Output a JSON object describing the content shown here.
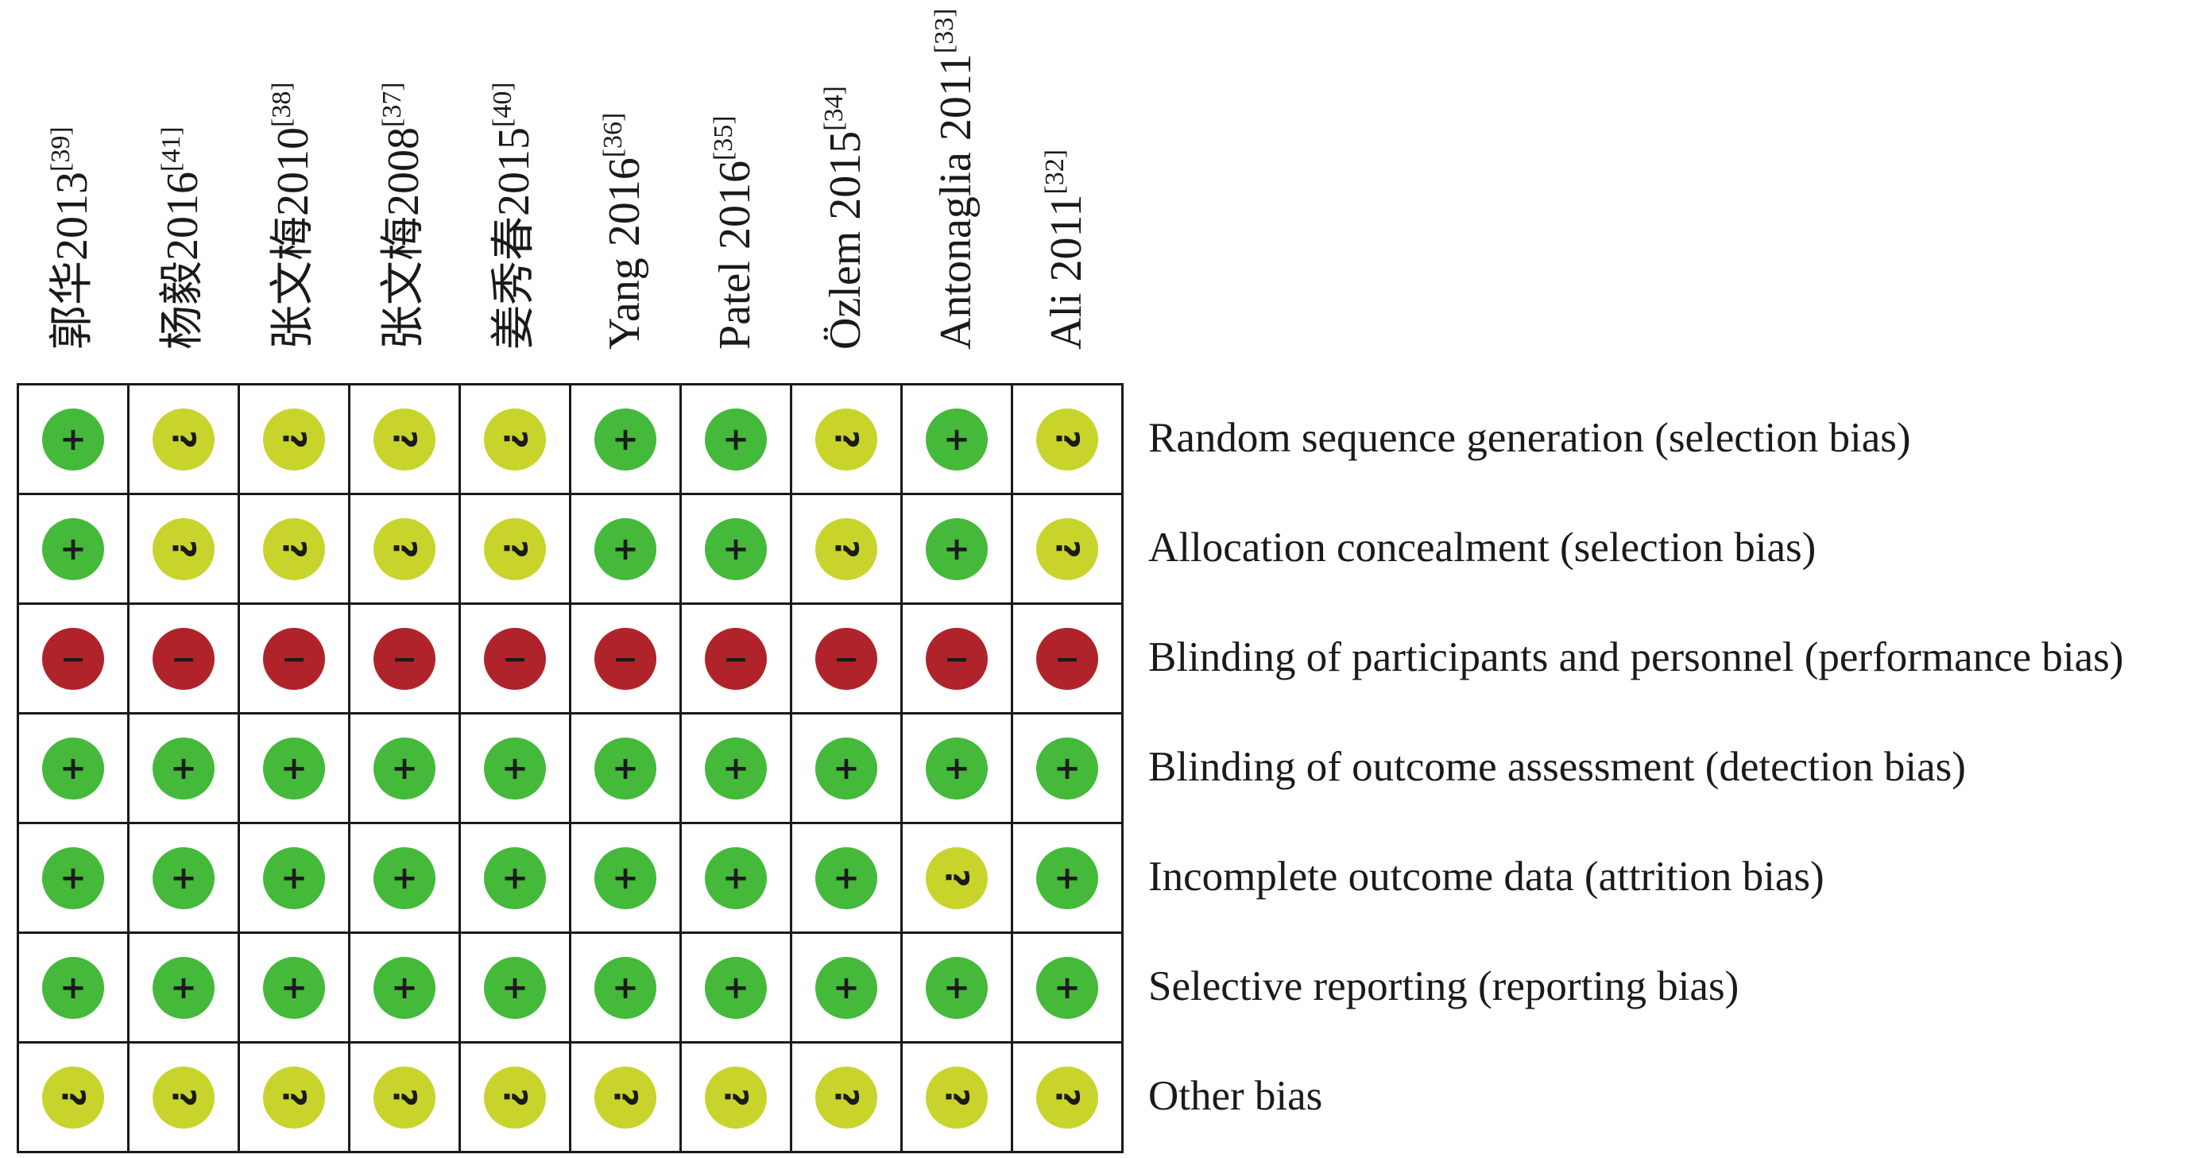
{
  "studies": [
    {
      "name": "郭华2013",
      "ref": "[39]"
    },
    {
      "name": "杨毅2016",
      "ref": "[41]"
    },
    {
      "name": "张文梅2010",
      "ref": "[38]"
    },
    {
      "name": "张文梅2008",
      "ref": "[37]"
    },
    {
      "name": "姜秀春2015",
      "ref": "[40]"
    },
    {
      "name": "Yang 2016",
      "ref": "[36]"
    },
    {
      "name": "Patel 2016",
      "ref": "[35]"
    },
    {
      "name": "Özlem 2015",
      "ref": "[34]"
    },
    {
      "name": "Antonaglia 2011",
      "ref": "[33]"
    },
    {
      "name": "Ali 2011",
      "ref": "[32]"
    }
  ],
  "domains": [
    "Random sequence generation (selection bias)",
    "Allocation concealment (selection bias)",
    "Blinding of participants and personnel (performance bias)",
    "Blinding of outcome assessment (detection bias)",
    "Incomplete outcome data (attrition bias)",
    "Selective reporting (reporting bias)",
    "Other bias"
  ],
  "judgements": [
    [
      "low",
      "unclear",
      "unclear",
      "unclear",
      "unclear",
      "low",
      "low",
      "unclear",
      "low",
      "unclear"
    ],
    [
      "low",
      "unclear",
      "unclear",
      "unclear",
      "unclear",
      "low",
      "low",
      "unclear",
      "low",
      "unclear"
    ],
    [
      "high",
      "high",
      "high",
      "high",
      "high",
      "high",
      "high",
      "high",
      "high",
      "high"
    ],
    [
      "low",
      "low",
      "low",
      "low",
      "low",
      "low",
      "low",
      "low",
      "low",
      "low"
    ],
    [
      "low",
      "low",
      "low",
      "low",
      "low",
      "low",
      "low",
      "low",
      "unclear",
      "low"
    ],
    [
      "low",
      "low",
      "low",
      "low",
      "low",
      "low",
      "low",
      "low",
      "low",
      "low"
    ],
    [
      "unclear",
      "unclear",
      "unclear",
      "unclear",
      "unclear",
      "unclear",
      "unclear",
      "unclear",
      "unclear",
      "unclear"
    ]
  ],
  "symbols": {
    "low": "+",
    "unclear": "?",
    "high": "−"
  },
  "colors": {
    "low": "#44b93a",
    "unclear": "#c8d42c",
    "high": "#b1232a"
  }
}
